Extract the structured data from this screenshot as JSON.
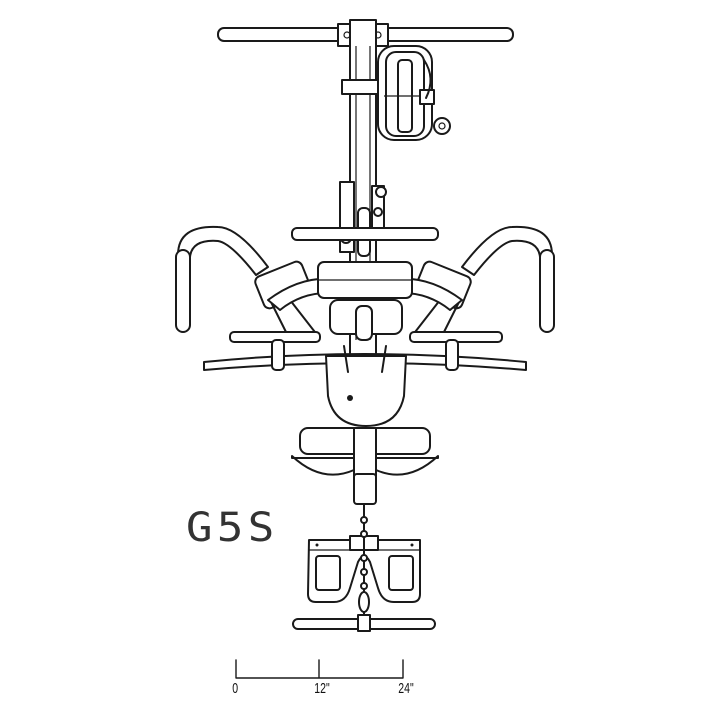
{
  "model_label": "G5S",
  "scale_bar": {
    "ticks": [
      "0",
      "12\"",
      "24\""
    ],
    "unit": "inches"
  },
  "line_color": "#1a1a1a",
  "background": "#ffffff"
}
